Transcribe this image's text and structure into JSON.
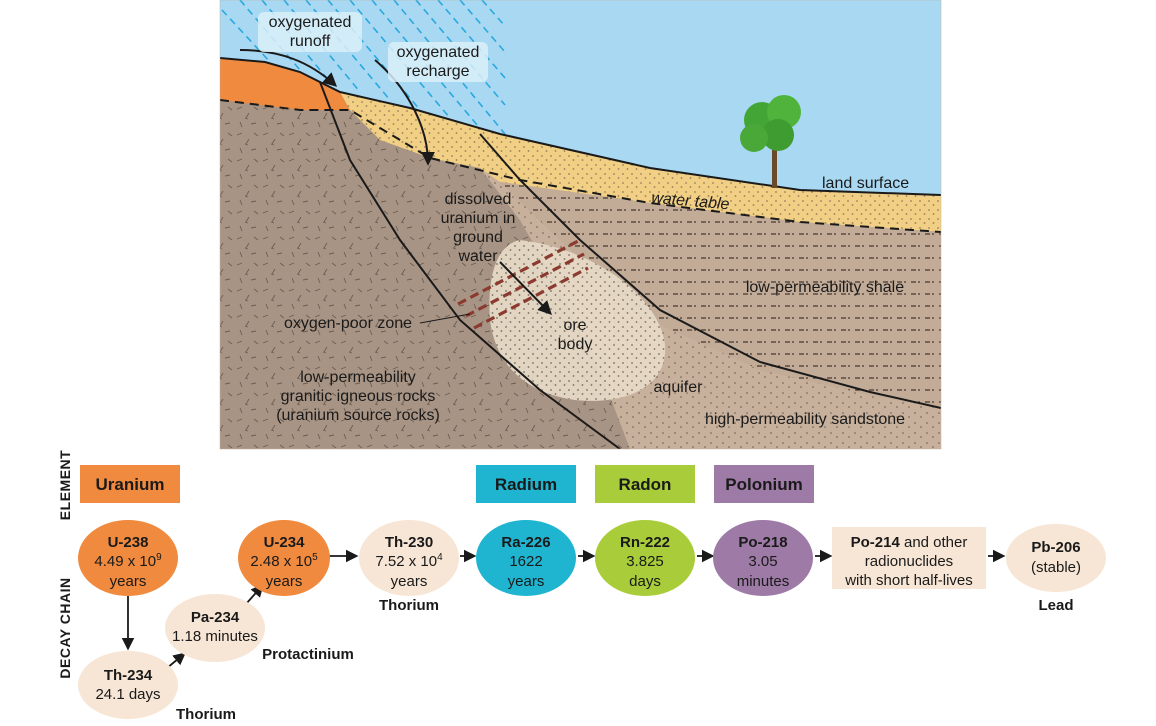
{
  "colors": {
    "sky": "#a9d9f2",
    "uranium": "#f08a3e",
    "radium": "#1fb5d1",
    "radon": "#a9cd3a",
    "polonium": "#9e7aa6",
    "neutral": "#f7e6d5",
    "rain": "#2aa8e0",
    "ore_zone": "#8b3a2f"
  },
  "cross_section": {
    "labels": {
      "oxygenated_runoff": [
        "oxygenated",
        "runoff"
      ],
      "oxygenated_recharge": [
        "oxygenated",
        "recharge"
      ],
      "land_surface": "land surface",
      "water_table": "water table",
      "dissolved_uranium": [
        "dissolved",
        "uranium in",
        "ground",
        "water"
      ],
      "low_perm_shale": "low-permeability shale",
      "oxygen_poor_zone": "oxygen-poor zone",
      "ore_body": [
        "ore",
        "body"
      ],
      "granitic_rocks": [
        "low-permeability",
        "granitic igneous rocks",
        "(uranium source rocks)"
      ],
      "aquifer": "aquifer",
      "sandstone": "high-permeability sandstone"
    }
  },
  "side_labels": {
    "element": "ELEMENT",
    "decay_chain": "DECAY CHAIN"
  },
  "elements": [
    {
      "name": "Uranium",
      "icon": "uranium-color"
    },
    {
      "name": "Radium",
      "icon": "radium-color"
    },
    {
      "name": "Radon",
      "icon": "radon-color"
    },
    {
      "name": "Polonium",
      "icon": "polonium-color"
    }
  ],
  "decay_chain": {
    "u238": {
      "name": "U-238",
      "value": "4.49 x 10",
      "exp": "9",
      "unit": "years"
    },
    "th234": {
      "name": "Th-234",
      "value": "24.1 days",
      "under": "Thorium"
    },
    "pa234": {
      "name": "Pa-234",
      "value": "1.18 minutes",
      "under": "Protactinium"
    },
    "u234": {
      "name": "U-234",
      "value": "2.48 x 10",
      "exp": "5",
      "unit": "years"
    },
    "th230": {
      "name": "Th-230",
      "value": "7.52 x 10",
      "exp": "4",
      "unit": "years",
      "under": "Thorium"
    },
    "ra226": {
      "name": "Ra-226",
      "value": "1622",
      "unit": "years"
    },
    "rn222": {
      "name": "Rn-222",
      "value": "3.825",
      "unit": "days"
    },
    "po218": {
      "name": "Po-218",
      "value": "3.05",
      "unit": "minutes"
    },
    "po214": {
      "name": "Po-214",
      "rest": " and other",
      "line2": "radionuclides",
      "line3": "with short half-lives"
    },
    "pb206": {
      "name": "Pb-206",
      "value": "(stable)",
      "under": "Lead"
    }
  }
}
